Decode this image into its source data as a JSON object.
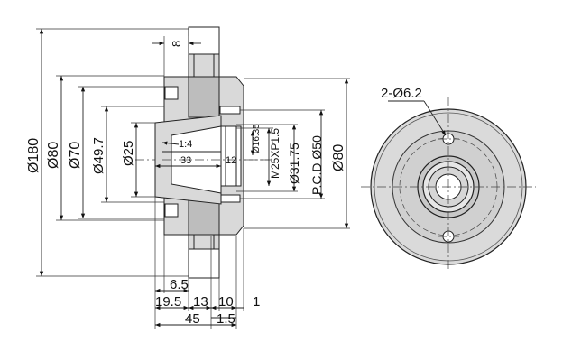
{
  "drawing": {
    "dimensions": {
      "d180": "Ø180",
      "d80_left": "Ø80",
      "d70": "Ø70",
      "d49_7": "Ø49.7",
      "d25": "Ø25",
      "d16_35": "Ø16.35",
      "m25": "M25XP1.5",
      "d31_75": "Ø31.75",
      "pcd50": "P.C.D Ø50",
      "d80_right": "Ø80",
      "top8": "8",
      "taper": "1:4",
      "len33": "33",
      "len12": "12",
      "b6_5": "6.5",
      "b19_5": "19.5",
      "b13": "13",
      "b10": "10",
      "b1": "1",
      "b45": "45",
      "b1_5": "1.5",
      "holes": "2-Ø6.2"
    }
  }
}
